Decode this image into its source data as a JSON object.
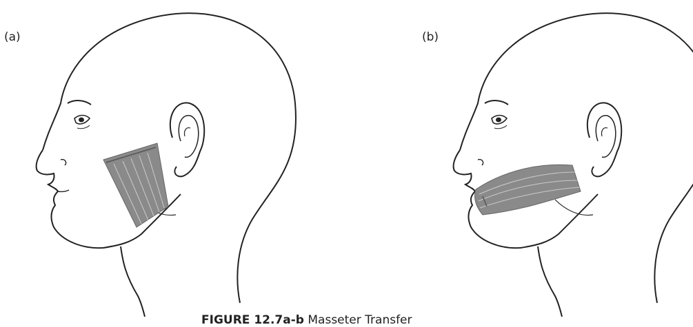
{
  "panels": [
    {
      "label": "(a)",
      "muscle_color": "#8a8a8a"
    },
    {
      "label": "(b)",
      "muscle_color": "#8a8a8a"
    }
  ],
  "caption": {
    "figure": "FIGURE 12.7a-b",
    "text": "Masseter Transfer"
  },
  "colors": {
    "line": "#222222",
    "background": "#ffffff",
    "muscle": "#8a8a8a"
  }
}
